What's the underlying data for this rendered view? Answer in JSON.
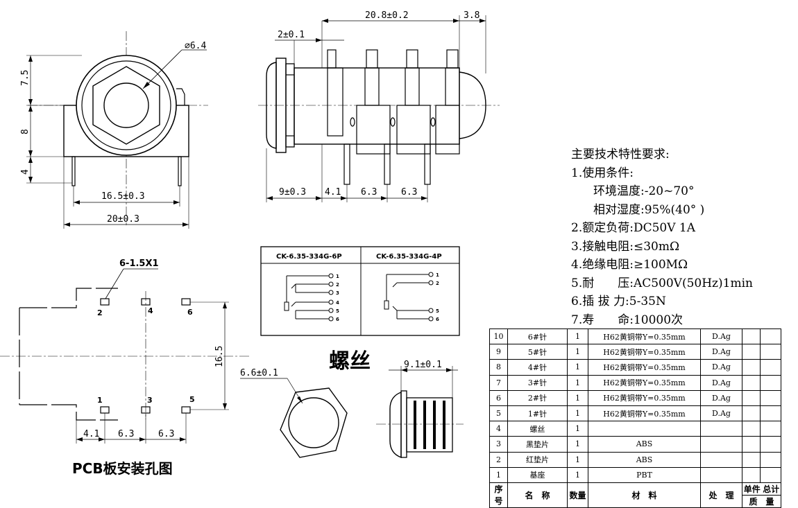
{
  "front_view": {
    "dim_diameter": "⌀6.4",
    "dim_top": "7.5",
    "dim_mid": "8",
    "dim_low": "4",
    "dim_pin_span": "16.5±0.3",
    "dim_width": "20±0.3"
  },
  "side_view": {
    "dim_length": "20.8±0.2",
    "dim_tail": "3.8",
    "dim_flange": "2±0.1",
    "dim_9": "9±0.3",
    "dim_41": "4.1",
    "dim_63a": "6.3",
    "dim_63b": "6.3"
  },
  "schematics": {
    "left_title": "CK-6.35-334G-6P",
    "right_title": "CK-6.35-334G-4P",
    "left_pins": [
      "1",
      "2",
      "3",
      "4",
      "5",
      "6"
    ],
    "right_pins": [
      "1",
      "2",
      "5",
      "6"
    ]
  },
  "screw_section": {
    "title": "螺丝",
    "dim_nut": "6.6±0.1",
    "dim_screw": "9.1±0.1"
  },
  "pcb": {
    "title": "PCB板安装孔图",
    "hole_label": "6-1.5X1",
    "pins_top": [
      "2",
      "4",
      "6"
    ],
    "pins_bottom": [
      "1",
      "3",
      "5"
    ],
    "dim_height": "16.5",
    "dim_41": "4.1",
    "dim_63a": "6.3",
    "dim_63b": "6.3"
  },
  "specs": {
    "title": "主要技术特性要求:",
    "l1": "1.使用条件:",
    "l1a": "环境温度:-20~70°",
    "l1b": "相对湿度:95%(40° )",
    "l2": "2.额定负荷:DC50V 1A",
    "l3": "3.接触电阻:≤30mΩ",
    "l4": "4.绝缘电阻:≥100MΩ",
    "l5": "5.耐　　压:AC500V(50Hz)1min",
    "l6": "6.插 拔 力:5-35N",
    "l7": "7.寿　　命:10000次"
  },
  "bom": {
    "rows": [
      {
        "no": "10",
        "name": "6#针",
        "qty": "1",
        "material": "H62黄铜带Y=0.35mm",
        "treat": "D.Ag"
      },
      {
        "no": "9",
        "name": "5#针",
        "qty": "1",
        "material": "H62黄铜带Y=0.35mm",
        "treat": "D.Ag"
      },
      {
        "no": "8",
        "name": "4#针",
        "qty": "1",
        "material": "H62黄铜带Y=0.35mm",
        "treat": "D.Ag"
      },
      {
        "no": "7",
        "name": "3#针",
        "qty": "1",
        "material": "H62黄铜带Y=0.35mm",
        "treat": "D.Ag"
      },
      {
        "no": "6",
        "name": "2#针",
        "qty": "1",
        "material": "H62黄铜带Y=0.35mm",
        "treat": "D.Ag"
      },
      {
        "no": "5",
        "name": "1#针",
        "qty": "1",
        "material": "H62黄铜带Y=0.35mm",
        "treat": "D.Ag"
      },
      {
        "no": "4",
        "name": "螺丝",
        "qty": "1",
        "material": "",
        "treat": ""
      },
      {
        "no": "3",
        "name": "黑垫片",
        "qty": "1",
        "material": "ABS",
        "treat": ""
      },
      {
        "no": "2",
        "name": "红垫片",
        "qty": "1",
        "material": "ABS",
        "treat": ""
      },
      {
        "no": "1",
        "name": "基座",
        "qty": "1",
        "material": "PBT",
        "treat": ""
      }
    ],
    "header": {
      "no": "序号",
      "name": "名　称",
      "qty": "数量",
      "material": "材　料",
      "treat": "处　理",
      "unit_weight": "单件",
      "total_weight": "总计",
      "weight": "质　量"
    }
  }
}
